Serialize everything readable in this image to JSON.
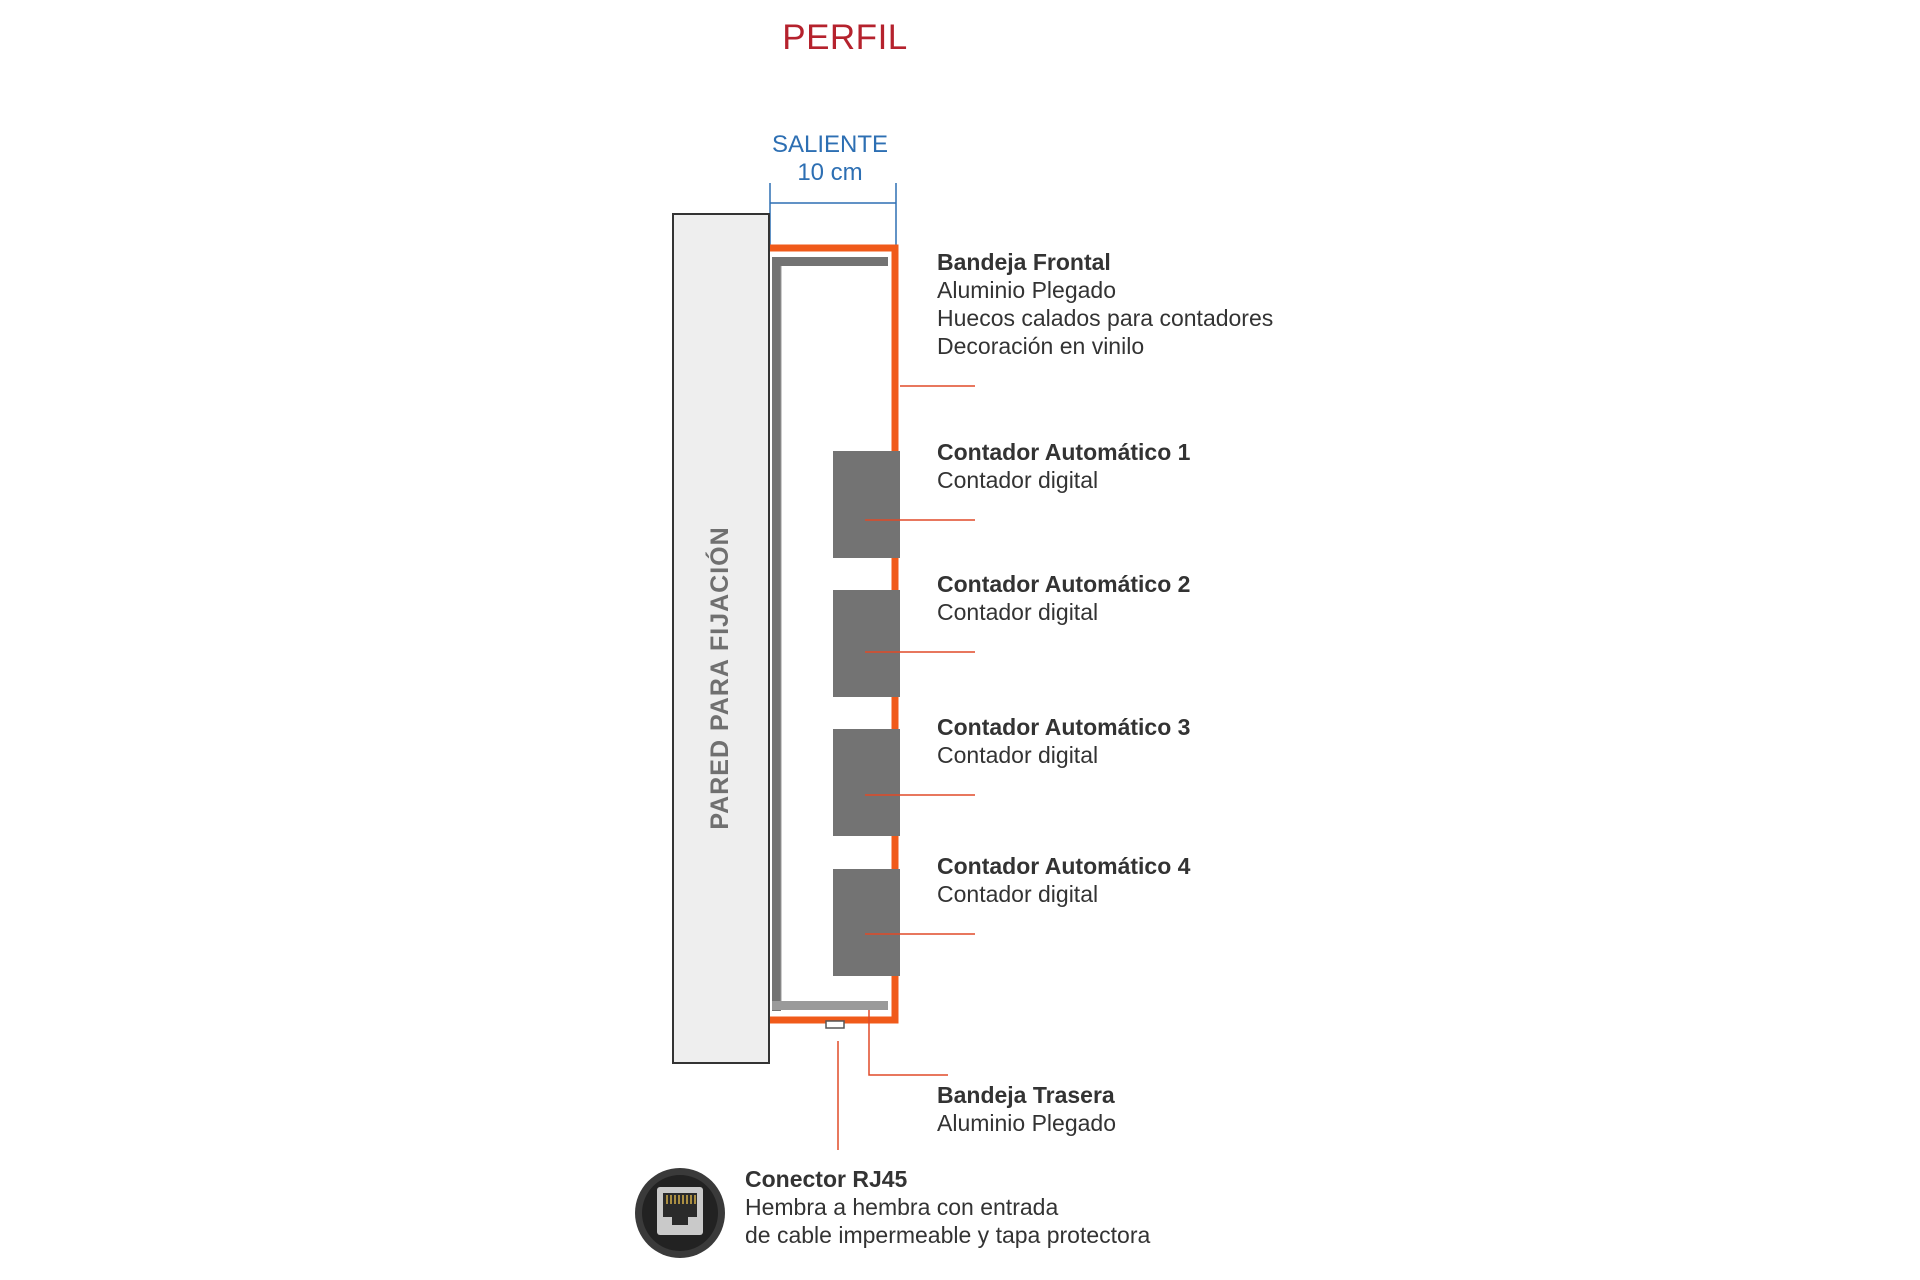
{
  "title": "PERFIL",
  "dimension": {
    "label": "SALIENTE",
    "value": "10 cm"
  },
  "wall_label": "PARED PARA FIJACIÓN",
  "callouts": [
    {
      "title": "Bandeja Frontal",
      "lines": [
        "Aluminio Plegado",
        "Huecos calados para contadores",
        "Decoración en vinilo"
      ]
    },
    {
      "title": "Contador Automático 1",
      "lines": [
        "Contador digital"
      ]
    },
    {
      "title": "Contador Automático 2",
      "lines": [
        "Contador digital"
      ]
    },
    {
      "title": "Contador Automático 3",
      "lines": [
        "Contador digital"
      ]
    },
    {
      "title": "Contador Automático 4",
      "lines": [
        "Contador digital"
      ]
    },
    {
      "title": "Bandeja Trasera",
      "lines": [
        "Aluminio Plegado"
      ]
    }
  ],
  "connector": {
    "title": "Conector RJ45",
    "lines": [
      "Hembra a hembra con entrada",
      "de cable impermeable y tapa protectora"
    ],
    "icon": "rj45-connector-icon"
  },
  "colors": {
    "title": "#b5222d",
    "dimension": "#2d6fb3",
    "frame": "#f05a1a",
    "leader": "#e04a28",
    "counter": "#737373",
    "wall": "#eeeeee"
  }
}
